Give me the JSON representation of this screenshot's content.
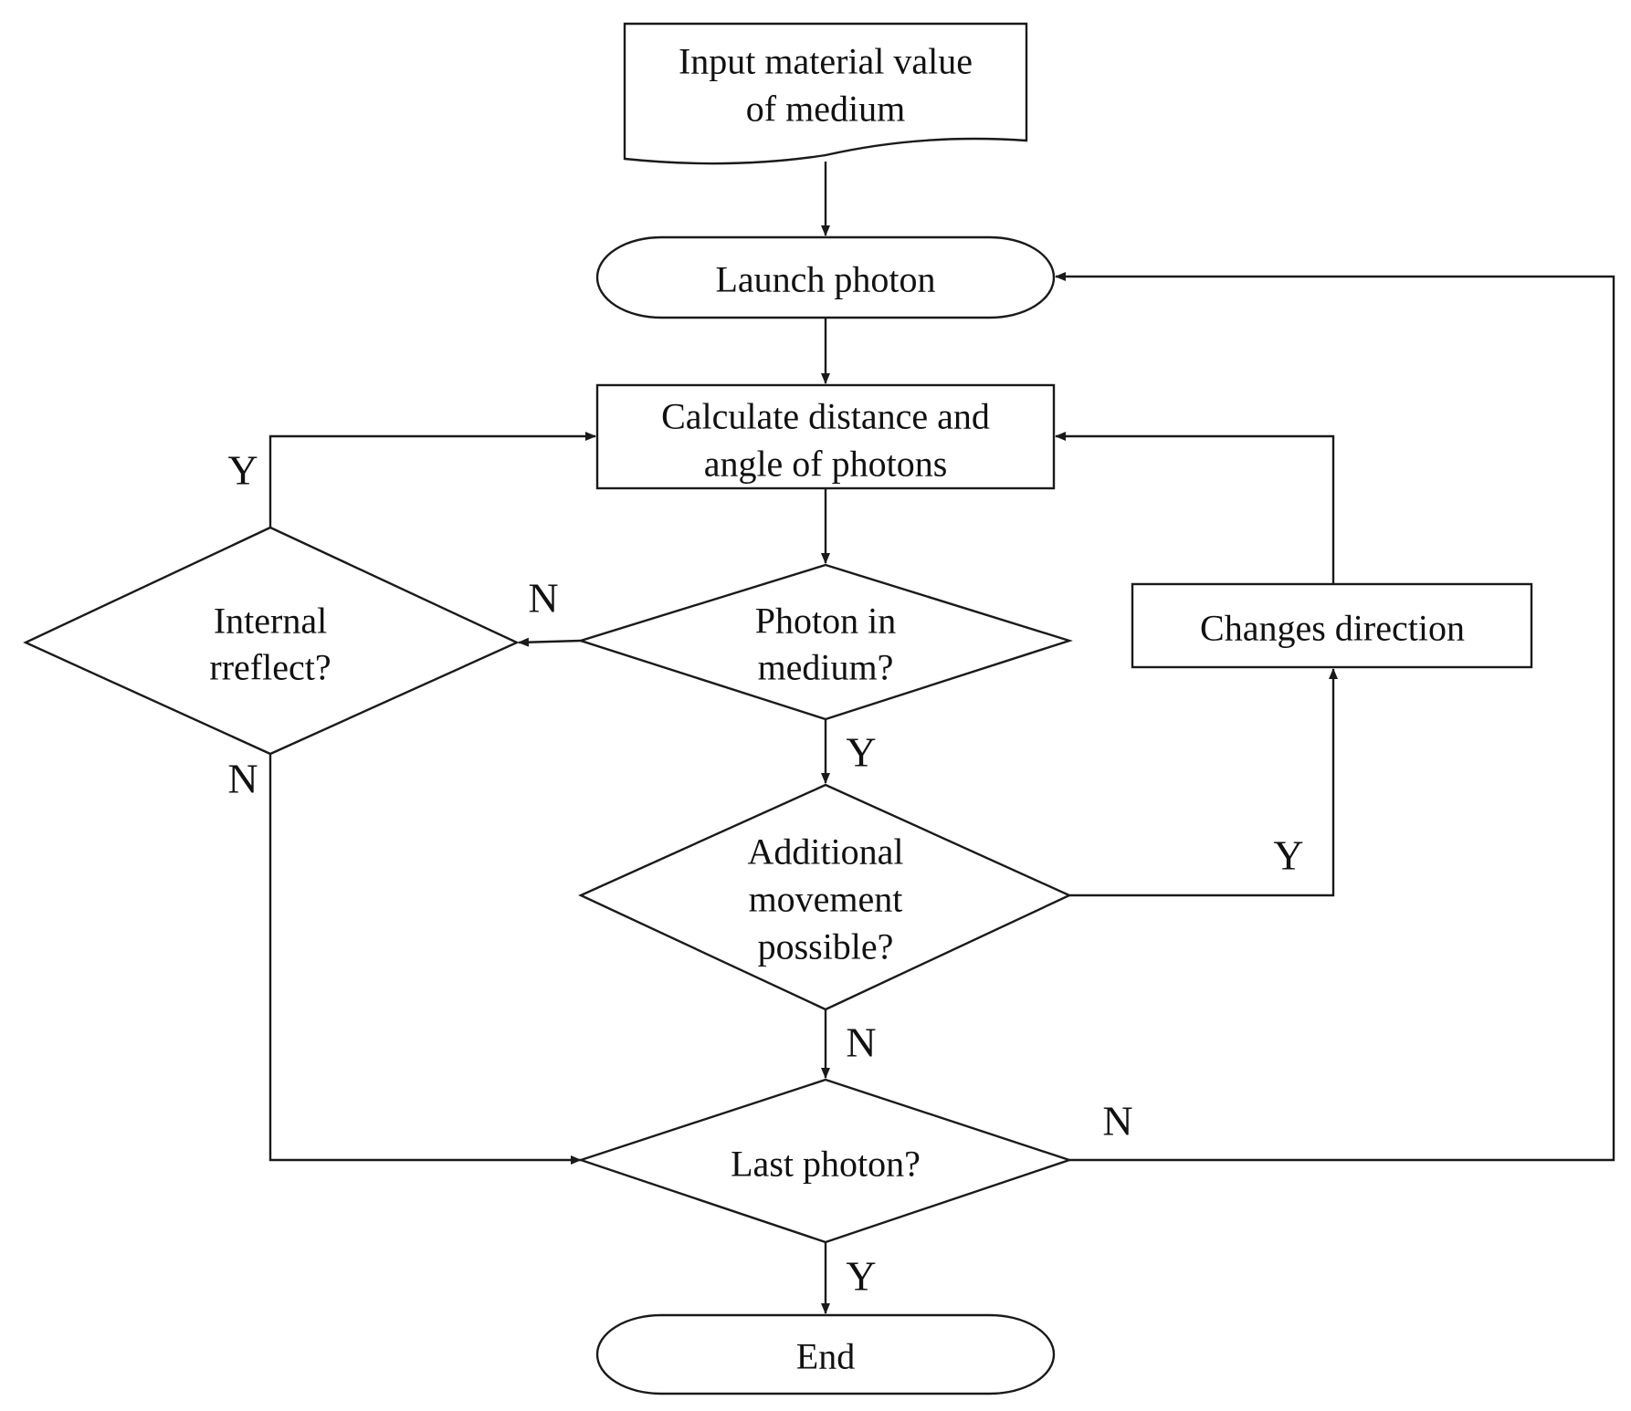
{
  "nodes": {
    "input": {
      "line1": "Input  material value",
      "line2": "of medium"
    },
    "launch": {
      "label": "Launch photon"
    },
    "calculate": {
      "line1": "Calculate distance and",
      "line2": "angle of photons"
    },
    "photon_in_medium": {
      "line1": "Photon in",
      "line2": "medium?"
    },
    "internal_reflect": {
      "line1": "Internal",
      "line2": "rreflect?"
    },
    "changes_direction": {
      "label": "Changes direction"
    },
    "additional_movement": {
      "line1": "Additional",
      "line2": "movement",
      "line3": "possible?"
    },
    "last_photon": {
      "label": "Last photon?"
    },
    "end": {
      "label": "End"
    }
  },
  "branch_labels": {
    "reflect_yes": "Y",
    "medium_no": "N",
    "reflect_no": "N",
    "medium_yes": "Y",
    "movement_yes": "Y",
    "movement_no": "N",
    "last_no": "N",
    "last_yes": "Y"
  }
}
